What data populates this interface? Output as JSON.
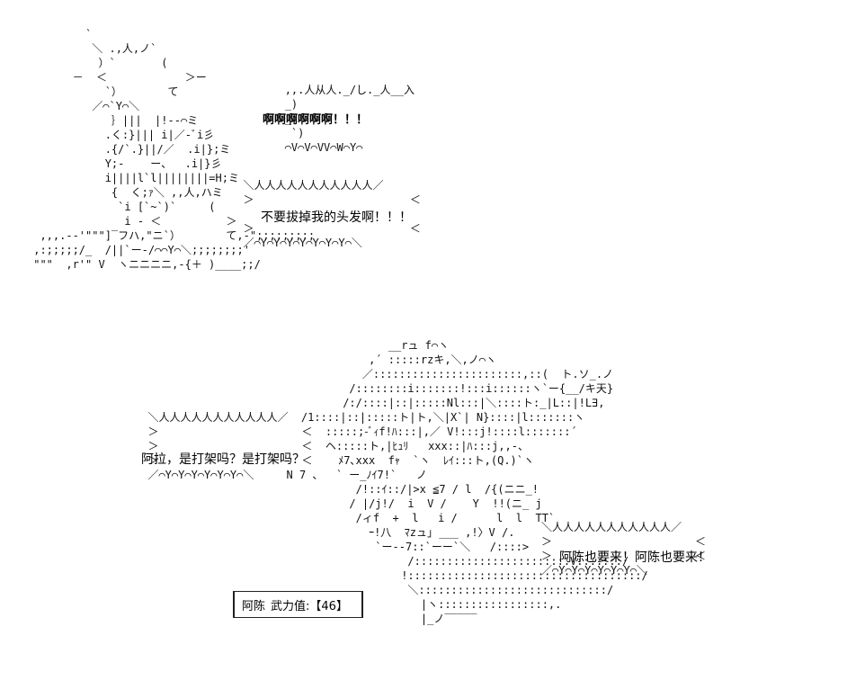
{
  "scene_a": {
    "art": "         `\n          ＼ .,人,ノ`\n           ）`       (\n       －  ＜            ＞ー\n            `）       て\n          ／⌒`Y⌒＼\n             ｝|||  |!-‐⌒ミ\n            .く:}||| i|／-ﾞi彡\n            .{/`.}||/／  .i|};ミ\n            Y;-    ー、  .i|}彡\n            i||||l`l||||||||=H;ミ\n             {  く;ｧ＼ ,,人,ハミ\n              `i [`~`)`     (\n               i - ＜          ＞\n  ,,,.-‐'\"\"\"]‾フハ,\"ニ`）       て,-\";;;;;;;;;\n ,:;;;;;/_  /||`ー-/⌒⌒Y⌒＼;;;;;;;;'\n \"\"\"  ,r'\" V  ヽニニニニ,-{＋ )____;;/",
    "bubble_top": "            ,,.人从人._/し._人__入\n            _)\n            _)\n             `)\n            ⌒V⌒V⌒VV⌒W⌒Y⌒",
    "bubble_main": "  ＼人人人人人人人人人人人／\n  ＞                        ＜\n\n  ＞                        ＜\n  ／⌒Y⌒Y⌒Y⌒Y⌒Y⌒Y⌒Y⌒＼",
    "shout": "啊啊啊啊啊啊！！！",
    "line": "不要拔掉我的头发啊！！！"
  },
  "scene_b": {
    "art": "                                       __rュ f⌒ヽ\n                                    ,´ :::::rzキ,＼,ノ⌒ヽ\n                                   ／:::::::::::::::::::::::,::(  ト.ソ_.ノ\n                                 /::::::::i:::::::!:::i::::::ヽ`ー{__/キ天}\n                                /:/::::|::|:::::Nl:::|＼::::ト:_|L::|!L∃,\n  ＼人人人人人人人人人人人／  /1::::|::|:::::ト|ト,＼|X`| N}::::|l:::::::ヽ\n  ＞                      ＜  :::::;-ﾞｨf!ﾊ:::|,／ V!:::j!::::l:::::::´\n  ＞                      ＜  ヘ:::::ト,|ﾋｭﾘ   xxx::|ﾊ:::j,,-、\n  ＞                      ＜    ﾒ7､xxx  fｬ  `ヽ  ﾚｲ:::ト,(Q.)`ヽ\n  ／⌒Y⌒Y⌒Y⌒Y⌒Y⌒Y⌒＼     N 7 、  ` ー_ﾉｲ7!`   ノ\n                                  /!::ｲ::/|>x ≦7 / l  /{(ニニ_!\n                                 / |/j!/  i  V /    Y  !!(ニ_ j\n                                  /ィf  +  l   i /      l  l  TT`\n                                    ｰ!八  ﾏzュ｣ ___ ,!〉V /.\n                                     `ー--7::`ーー`＼   /::::>\n                                          /::::::::::::::::::::::::V:::::::/\n                                         !::::::::::::::::::::::::::::::::::::/\n                                          ＼:::::::::::::::::::::::::::::/\n                                            |ヽ:::::::::::::::::,.\n                                            |_ノ‾‾‾‾‾",
    "bubble_right": "＼人人人人人人人人人人人／\n＞                      ＜\n＞                      ＜\n／⌒Y⌒Y⌒Y⌒Y⌒Y⌒Y⌒＼",
    "line_left": "阿拉，是打架吗？是打架吗？",
    "line_right": "阿陈也要来！阿陈也要来！"
  },
  "stat": {
    "name": "阿陈",
    "label": "武力值:",
    "value": "【46】"
  }
}
